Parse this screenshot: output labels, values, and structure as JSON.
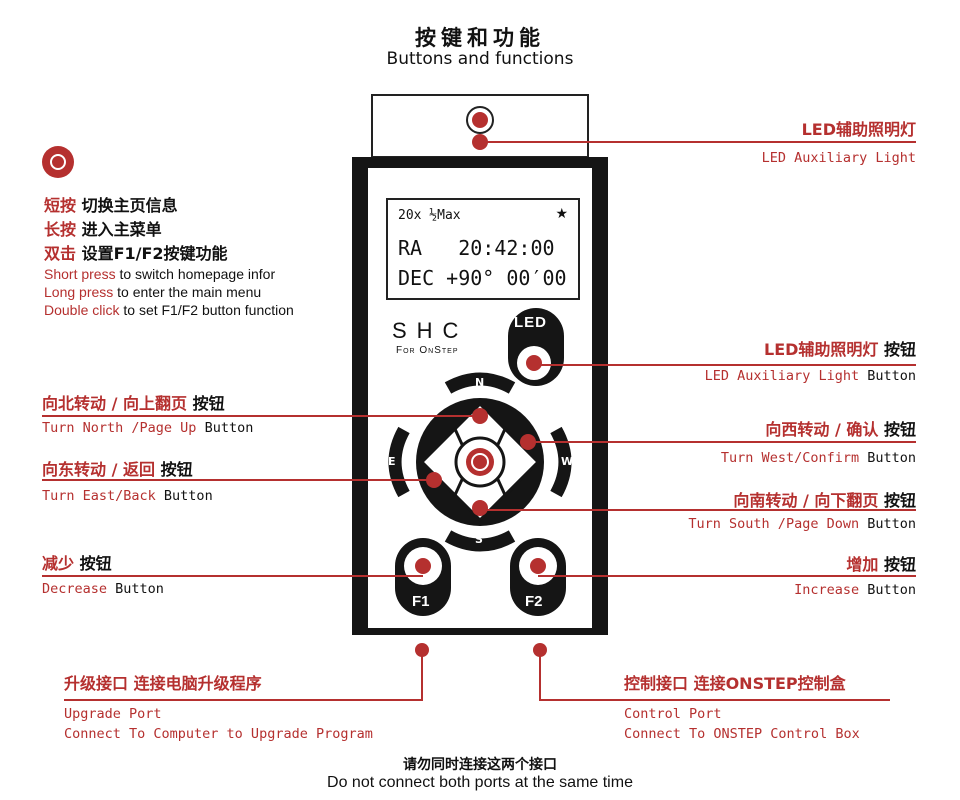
{
  "header": {
    "title_cn": "按键和功能",
    "title_en": "Buttons and functions"
  },
  "device": {
    "lcd": {
      "line1_left": "20x ½Max",
      "line1_right": "★",
      "line2": "RA   20:42:00",
      "line3": "DEC +90° 00′00"
    },
    "brand": "SHC",
    "subbrand": "For OnStep",
    "led_label": "LED",
    "f1_label": "F1",
    "f2_label": "F2",
    "n_label": "N",
    "s_label": "S",
    "e_label": "E",
    "w_label": "W"
  },
  "center_button_help": {
    "short_cn_key": "短按",
    "short_cn_text": " 切换主页信息",
    "long_cn_key": "长按",
    "long_cn_text": " 进入主菜单",
    "double_cn_key": "双击",
    "double_cn_text": " 设置F1/F2按键功能",
    "short_en_key": "Short press",
    "short_en_text": " to switch homepage infor",
    "long_en_key": "Long press",
    "long_en_text": " to enter the main menu",
    "double_en_key": "Double click",
    "double_en_text": " to set F1/F2 button function"
  },
  "callouts": {
    "led_light_cn": "LED辅助照明灯",
    "led_light_en": "LED Auxiliary Light",
    "led_button_cn": "LED辅助照明灯",
    "led_button_cn_suffix": " 按钮",
    "led_button_en": "LED Auxiliary Light",
    "led_button_en_suffix": " Button",
    "north_cn": "向北转动 / 向上翻页",
    "north_cn_suffix": " 按钮",
    "north_en": "Turn North /Page Up",
    "north_en_suffix": " Button",
    "west_cn": "向西转动 / 确认",
    "west_cn_suffix": " 按钮",
    "west_en": "Turn West/Confirm",
    "west_en_suffix": " Button",
    "east_cn": "向东转动 / 返回",
    "east_cn_suffix": " 按钮",
    "east_en": "Turn East/Back",
    "east_en_suffix": " Button",
    "south_cn": "向南转动 / 向下翻页",
    "south_cn_suffix": " 按钮",
    "south_en": "Turn South /Page Down",
    "south_en_suffix": " Button",
    "decrease_cn": "减少",
    "decrease_cn_suffix": " 按钮",
    "decrease_en": "Decrease",
    "decrease_en_suffix": " Button",
    "increase_cn": "增加",
    "increase_cn_suffix": " 按钮",
    "increase_en": "Increase",
    "increase_en_suffix": " Button",
    "upgrade_cn": "升级接口 连接电脑升级程序",
    "upgrade_en_1": "Upgrade Port",
    "upgrade_en_2": "Connect To Computer to Upgrade Program",
    "control_cn": "控制接口 连接ONSTEP控制盒",
    "control_en_1": "Control Port",
    "control_en_2": "Connect To ONSTEP Control Box"
  },
  "footer": {
    "warning_cn": "请勿同时连接这两个接口",
    "warning_en": "Do not connect both ports at the same time"
  },
  "colors": {
    "accent": "#b5302f",
    "device_body": "#151515"
  }
}
